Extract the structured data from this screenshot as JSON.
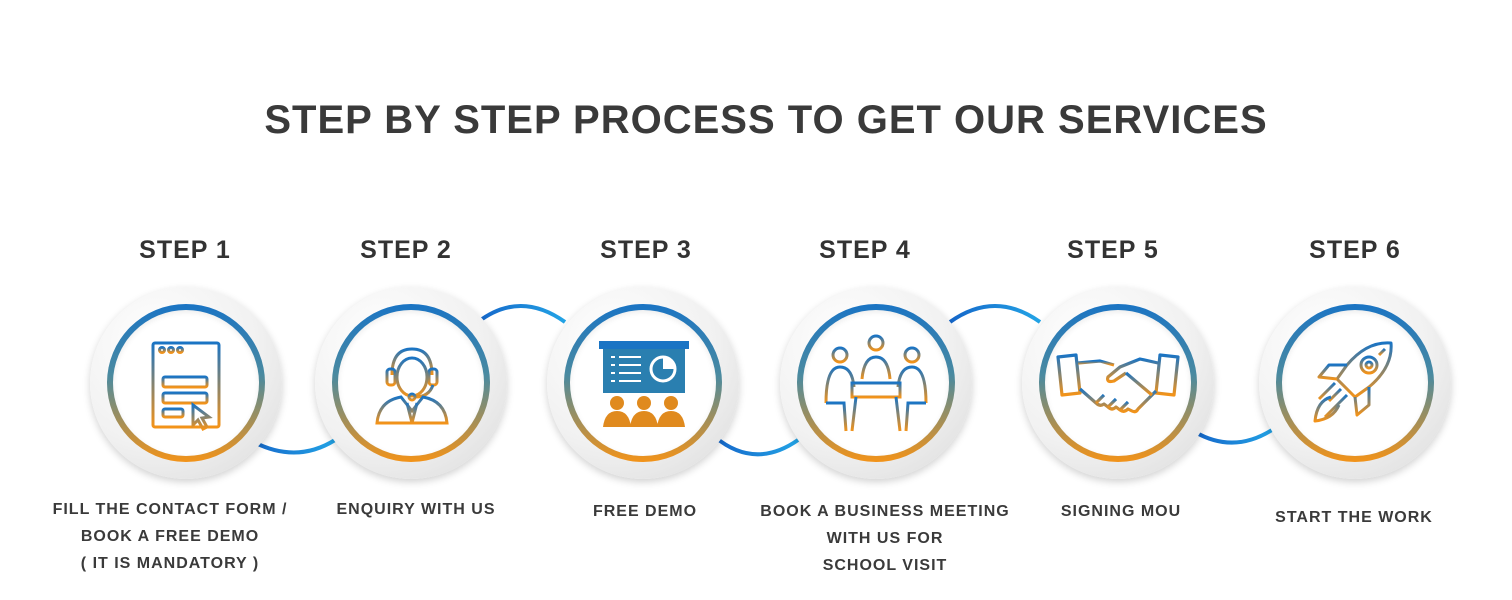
{
  "title": "STEP BY STEP PROCESS TO GET OUR SERVICES",
  "colors": {
    "ring_top": "#1a74c4",
    "ring_bottom": "#f39319",
    "connector": "#1a8ad8",
    "text": "#333333"
  },
  "steps": [
    {
      "label": "STEP 1",
      "icon": "contact-form-icon",
      "lines": [
        "FILL THE CONTACT FORM /",
        "BOOK A FREE DEMO",
        "(  IT IS MANDATORY )"
      ]
    },
    {
      "label": "STEP 2",
      "icon": "headset-agent-icon",
      "lines": [
        "ENQUIRY WITH US"
      ]
    },
    {
      "label": "STEP 3",
      "icon": "presentation-icon",
      "lines": [
        "FREE DEMO"
      ]
    },
    {
      "label": "STEP 4",
      "icon": "meeting-table-icon",
      "lines": [
        "BOOK A BUSINESS MEETING",
        "WITH US FOR",
        "SCHOOL VISIT"
      ]
    },
    {
      "label": "STEP 5",
      "icon": "handshake-icon",
      "lines": [
        "SIGNING MOU"
      ]
    },
    {
      "label": "STEP 6",
      "icon": "rocket-icon",
      "lines": [
        "START THE WORK"
      ]
    }
  ]
}
